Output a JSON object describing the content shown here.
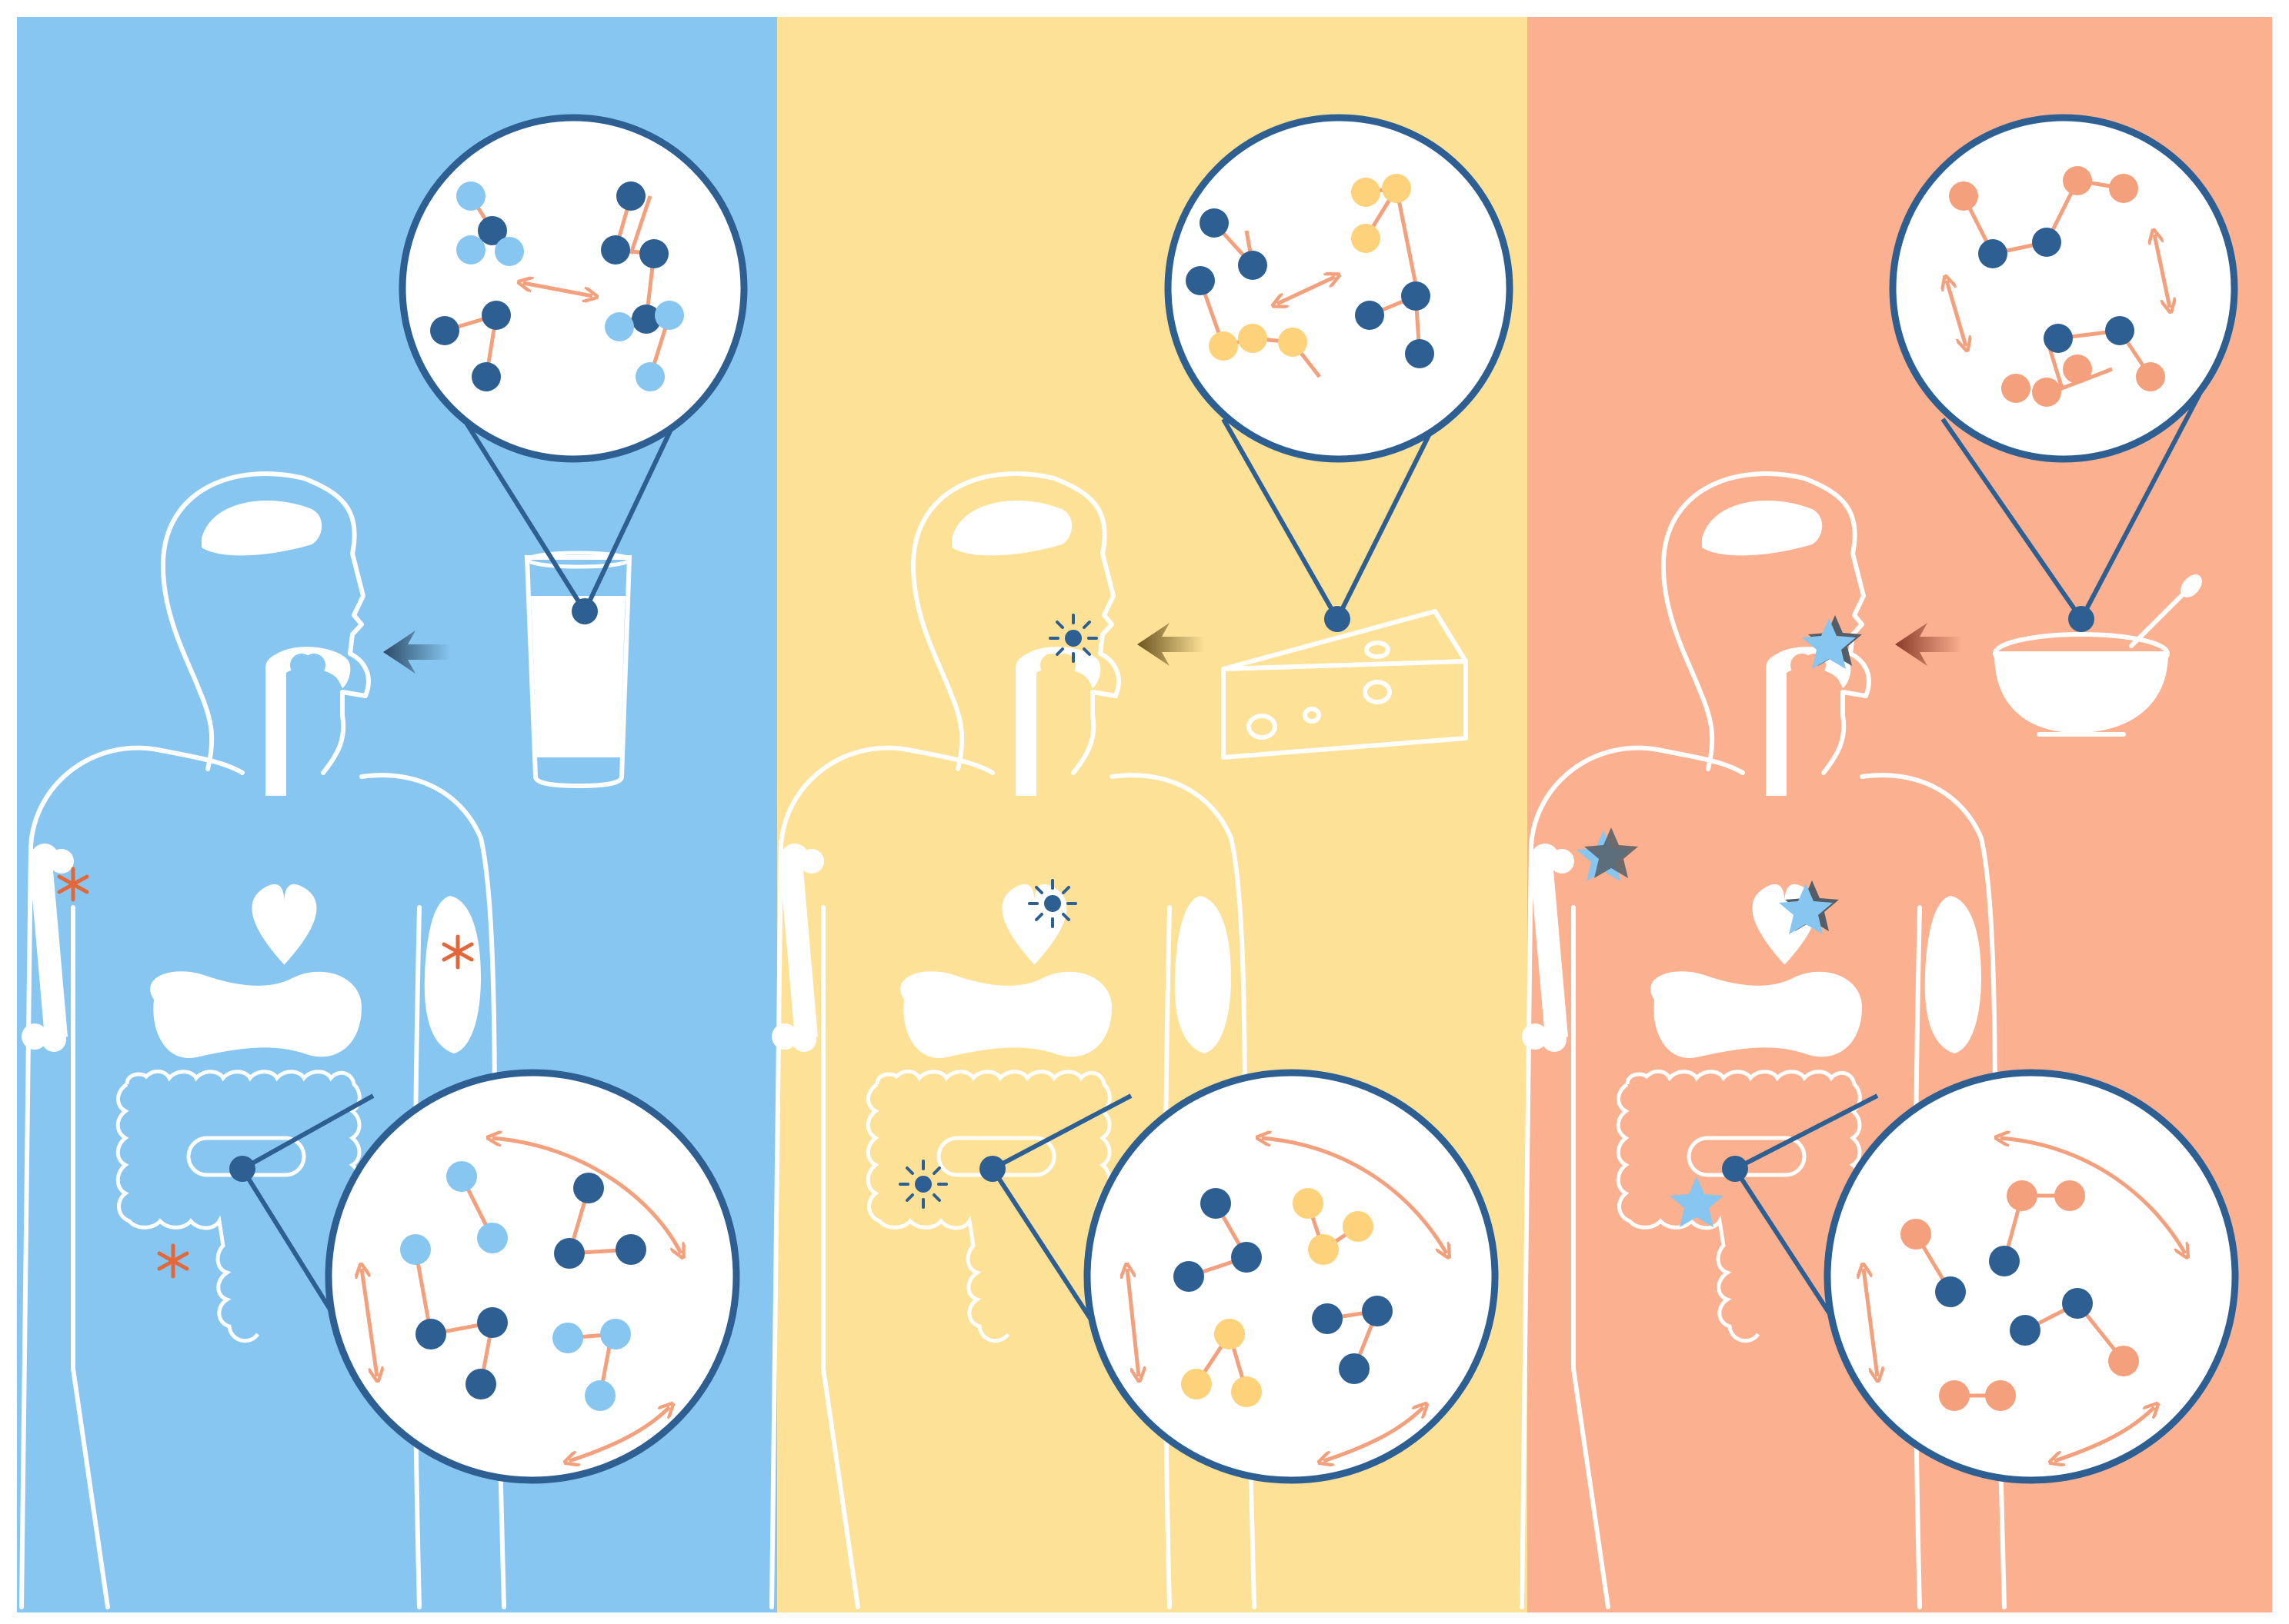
{
  "colors": {
    "panel_blue": "#86c6f0",
    "panel_yellow": "#fde197",
    "panel_salmon": "#fbb08f",
    "dark_blue": "#2d5f92",
    "light_blue": "#86c6f0",
    "yellow": "#fdd27a",
    "salmon": "#f4a07c",
    "orange_mark": "#e2683a",
    "white": "#ffffff"
  },
  "panels": [
    {
      "id": "milk",
      "food_icon": "glass-of-milk-icon",
      "marker_icon": "asterisk-icon",
      "foreign_molecule_color": "light_blue"
    },
    {
      "id": "cheese",
      "food_icon": "cheese-wedge-icon",
      "marker_icon": "starburst-icon",
      "foreign_molecule_color": "yellow"
    },
    {
      "id": "porridge",
      "food_icon": "bowl-with-spoon-icon",
      "marker_icon": "star-icon",
      "foreign_molecule_color": "salmon"
    }
  ]
}
